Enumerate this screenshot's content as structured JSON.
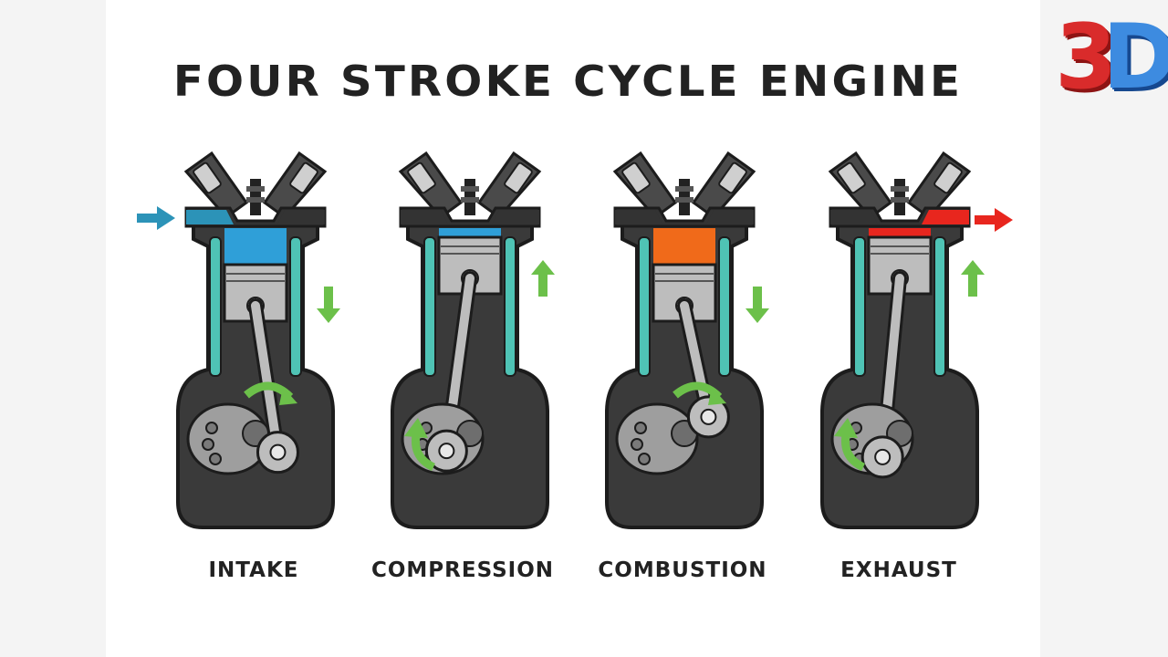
{
  "title": "FOUR STROKE CYCLE ENGINE",
  "logo": {
    "text_3": "3",
    "text_d": "D"
  },
  "strokes": [
    {
      "label": "INTAKE",
      "piston": "down",
      "charge_color": "#2f9fd8",
      "inlet_open": true,
      "outlet_open": false
    },
    {
      "label": "COMPRESSION",
      "piston": "up",
      "charge_color": "#2f9fd8",
      "inlet_open": false,
      "outlet_open": false
    },
    {
      "label": "COMBUSTION",
      "piston": "down",
      "charge_color": "#f06a1a",
      "inlet_open": false,
      "outlet_open": false
    },
    {
      "label": "EXHAUST",
      "piston": "up",
      "charge_color": "#e8261e",
      "inlet_open": false,
      "outlet_open": true
    }
  ],
  "colors": {
    "intake_arrow": "#2c93b8",
    "exhaust_arrow": "#e8261e",
    "motion_arrow": "#6cc04a",
    "coolant": "#4fc3b5",
    "block": "#3a3a3a",
    "metal": "#bdbdbd"
  }
}
